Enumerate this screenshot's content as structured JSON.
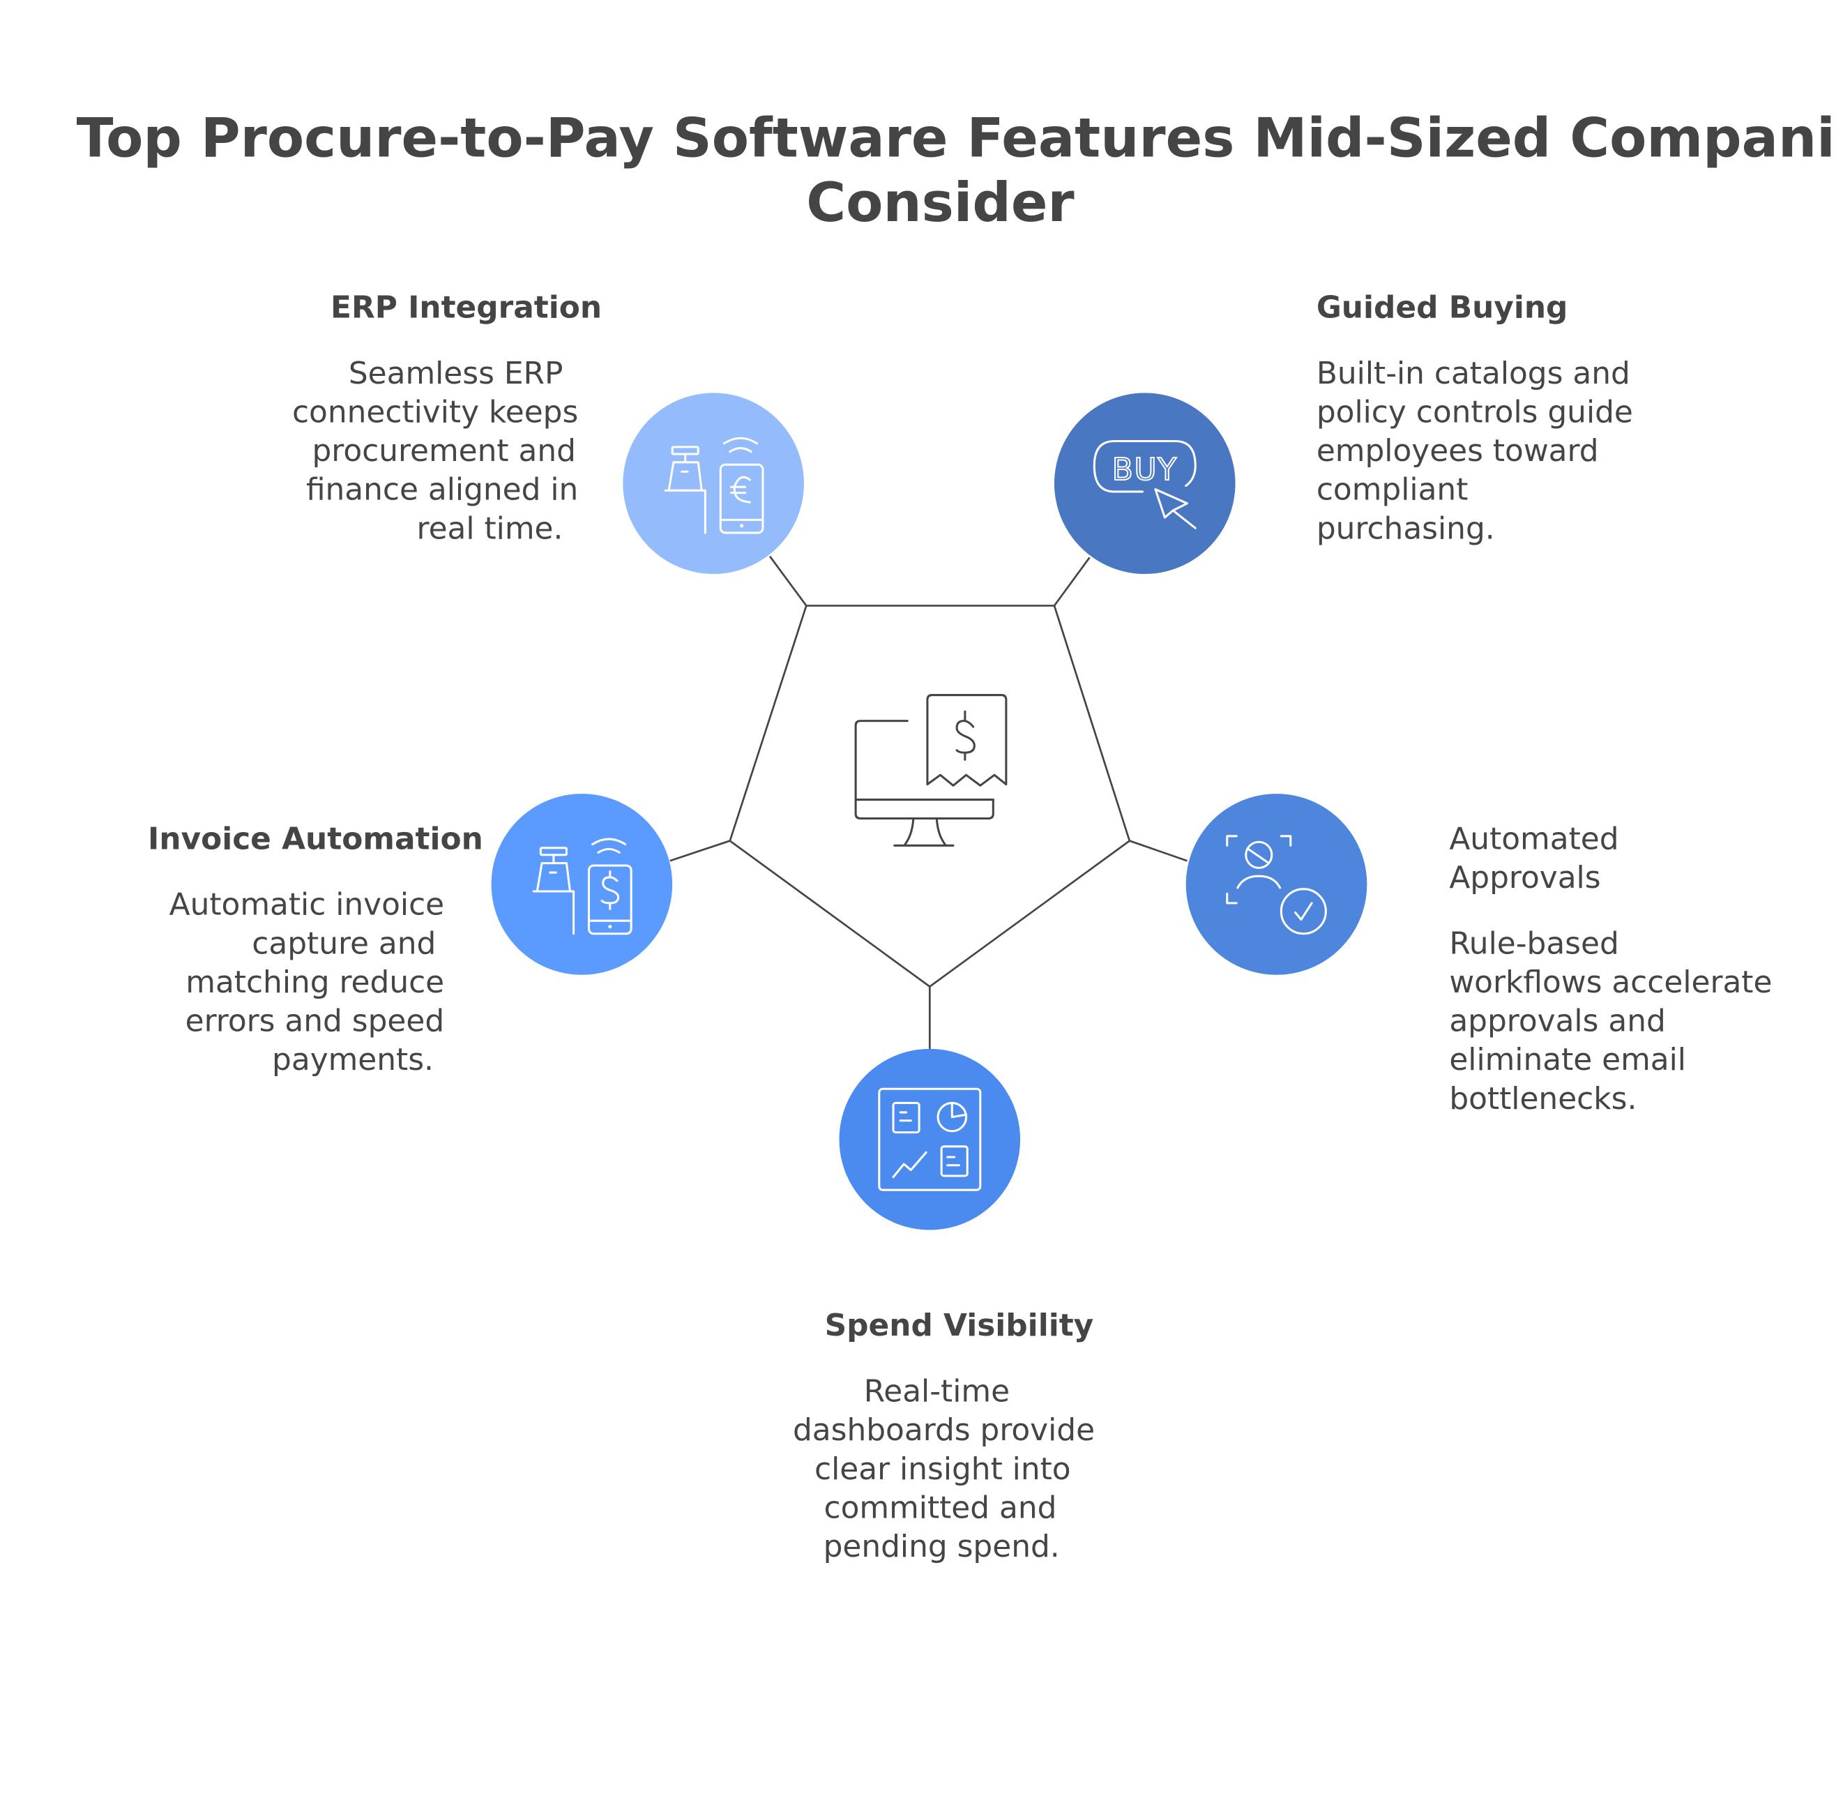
{
  "title": {
    "line1": "Top Procure-to-Pay Software Features Mid-Sized Compani",
    "line2": "Consider"
  },
  "features": {
    "erp": {
      "heading": "ERP Integration",
      "desc": [
        "Seamless ERP",
        "connectivity keeps",
        "procurement and",
        "finance aligned in",
        "real time."
      ],
      "color": "#94bbfb",
      "icon": "cash-register-euro-phone-icon"
    },
    "guided": {
      "heading": "Guided Buying",
      "desc": [
        "Built-in catalogs and",
        "policy controls guide",
        "employees toward",
        "compliant",
        "purchasing."
      ],
      "color": "#4a77c2",
      "icon": "buy-button-cursor-icon"
    },
    "approvals": {
      "heading": [
        "Automated",
        "Approvals"
      ],
      "desc": [
        "Rule-based",
        "workflows accelerate",
        "approvals and",
        "eliminate email",
        "bottlenecks."
      ],
      "color": "#4f86dd",
      "icon": "user-verified-icon"
    },
    "spend": {
      "heading": "Spend Visibility",
      "desc": [
        "Real-time",
        "dashboards provide",
        "clear insight into",
        "committed and",
        "pending spend."
      ],
      "color": "#4b8bef",
      "icon": "dashboard-icon"
    },
    "invoice": {
      "heading": "Invoice Automation",
      "desc": [
        "Automatic invoice",
        "capture and",
        "matching reduce",
        "errors and speed",
        "payments."
      ],
      "color": "#5b9bff",
      "icon": "cash-register-dollar-phone-icon"
    }
  },
  "center": {
    "icon": "monitor-receipt-dollar-icon"
  }
}
